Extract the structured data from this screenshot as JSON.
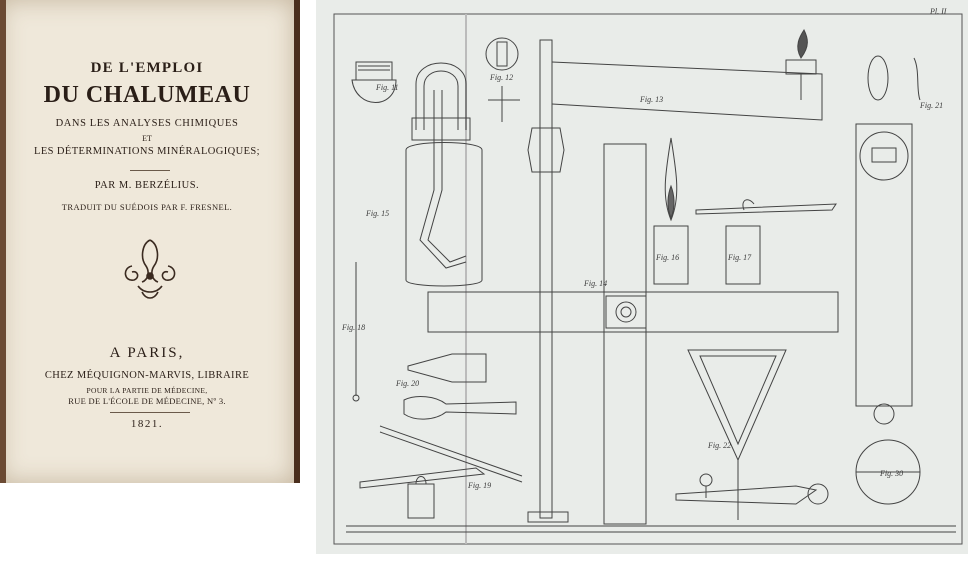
{
  "title_page": {
    "line1": "DE L'EMPLOI",
    "line2": "DU CHALUMEAU",
    "line3": "DANS LES ANALYSES CHIMIQUES",
    "line4": "ET",
    "line5": "LES DÉTERMINATIONS MINÉRALOGIQUES;",
    "author": "PAR M. BERZÉLIUS.",
    "translator": "TRADUIT DU SUÉDOIS PAR F. FRESNEL.",
    "place": "A PARIS,",
    "publisher": "CHEZ MÉQUIGNON-MARVIS, LIBRAIRE",
    "publisher_line2": "POUR LA PARTIE DE MÉDECINE,",
    "address": "RUE DE L'ÉCOLE DE MÉDECINE, Nº 3.",
    "year": "1821."
  },
  "plate": {
    "plate_label": "Pl. II",
    "figures": {
      "f11": "Fig. 11",
      "f12": "Fig. 12",
      "f13": "Fig. 13",
      "f14": "Fig. 14",
      "f15": "Fig. 15",
      "f16": "Fig. 16",
      "f17": "Fig. 17",
      "f18": "Fig. 18",
      "f19": "Fig. 19",
      "f20": "Fig. 20",
      "f21": "Fig. 21",
      "f22": "Fig. 22",
      "f30": "Fig. 30"
    }
  }
}
